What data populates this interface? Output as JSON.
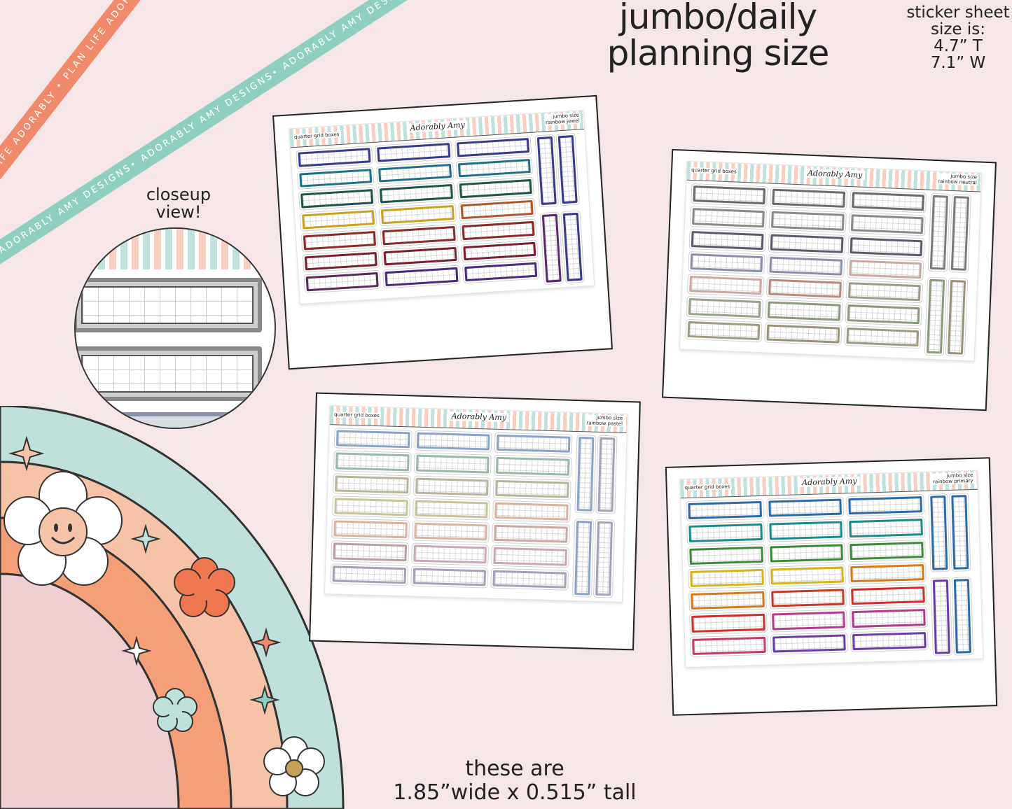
{
  "header": {
    "title_line1": "jumbo/daily",
    "title_line2": "planning size",
    "sheet_size_label": "sticker sheet",
    "sheet_size_label2": "size is:",
    "sheet_height": "4.7” T",
    "sheet_width": "7.1” W"
  },
  "closeup": {
    "label_line1": "closeup",
    "label_line2": "view!"
  },
  "dimensions": {
    "line1": "these are",
    "line2": "1.85”wide x 0.515” tall"
  },
  "ribbons": {
    "orange": "PLAN LIFE ADORABLY • PLAN LIFE ADORABLY • PLAN LIFE ADORABLY •",
    "teal": "ADORABLY AMY DESIGNS• ADORABLY AMY DESIGNS• ADORABLY AMY DESIGNS•"
  },
  "sheets": [
    {
      "subtitle": "quarter grid boxes",
      "brand": "Adorably Amy",
      "size": "jumbo size",
      "variant": "rainbow jewel",
      "colors": [
        "#3a3a8a",
        "#1f6f86",
        "#1f5448",
        "#c9a21c",
        "#8a2a2a",
        "#7a1e2e",
        "#5a2a5a",
        "#3a3a8a",
        "#1f6f86",
        "#1f5448",
        "#c9a21c",
        "#8a2a2a",
        "#7a1e2e",
        "#4a2a7a",
        "#3a3a8a",
        "#1f6f86",
        "#1f5448",
        "#b0552a",
        "#8a2a2a",
        "#7a1e2e",
        "#4a2a7a"
      ],
      "vcolors": [
        "#3a3a8a",
        "#3a3a8a",
        "#5a2a6a",
        "#3a3a8a"
      ]
    },
    {
      "subtitle": "quarter grid boxes",
      "brand": "Adorably Amy",
      "size": "jumbo size",
      "variant": "rainbow neutral",
      "colors": [
        "#6a6a6a",
        "#8a8a8a",
        "#5a5a6a",
        "#8a8ea8",
        "#c8a8a0",
        "#9aa08a",
        "#a09a80",
        "#6a6a6a",
        "#8a8a8a",
        "#5a5a6a",
        "#8a8ea8",
        "#b88878",
        "#8a9a7a",
        "#9a9278",
        "#6a6a6a",
        "#8a8a8a",
        "#5a5a6a",
        "#c8a8a0",
        "#a09a88",
        "#8a9a7a",
        "#a09a80"
      ],
      "vcolors": [
        "#7a7a7a",
        "#7a7a7a",
        "#8a9a7a",
        "#9a9278"
      ]
    },
    {
      "subtitle": "quarter grid boxes",
      "brand": "Adorably Amy",
      "size": "jumbo size",
      "variant": "rainbow pastel",
      "colors": [
        "#8aa4c8",
        "#9ab8a8",
        "#b8b49a",
        "#c8c49a",
        "#d8b4a0",
        "#b8a0a0",
        "#a8a0b8",
        "#8aa4c8",
        "#9ab8a8",
        "#b8b49a",
        "#c8c49a",
        "#d8b4a0",
        "#c8a8b8",
        "#a8a0b8",
        "#8aa4c8",
        "#9ab8a8",
        "#b8b49a",
        "#d8b4a0",
        "#c8a8a0",
        "#c8a8b8",
        "#a8a0b8"
      ],
      "vcolors": [
        "#8aa4c8",
        "#a8a0b8",
        "#8aa4c8",
        "#a8a0b8"
      ]
    },
    {
      "subtitle": "quarter grid boxes",
      "brand": "Adorably Amy",
      "size": "jumbo size",
      "variant": "rainbow primary",
      "colors": [
        "#2a6aa8",
        "#1a8a8a",
        "#3a8a3a",
        "#d4b41a",
        "#d87a1a",
        "#d42a2a",
        "#c43a6a",
        "#2a6aa8",
        "#1a8a8a",
        "#3a8a3a",
        "#d4b41a",
        "#c43a2a",
        "#b43a8a",
        "#6a3aa8",
        "#2a6aa8",
        "#1a8a8a",
        "#3a8a3a",
        "#d87a1a",
        "#d42a2a",
        "#b43a8a",
        "#6a3aa8"
      ],
      "vcolors": [
        "#2a6aa8",
        "#2a6aa8",
        "#6a3aa8",
        "#2a6aa8"
      ]
    }
  ]
}
